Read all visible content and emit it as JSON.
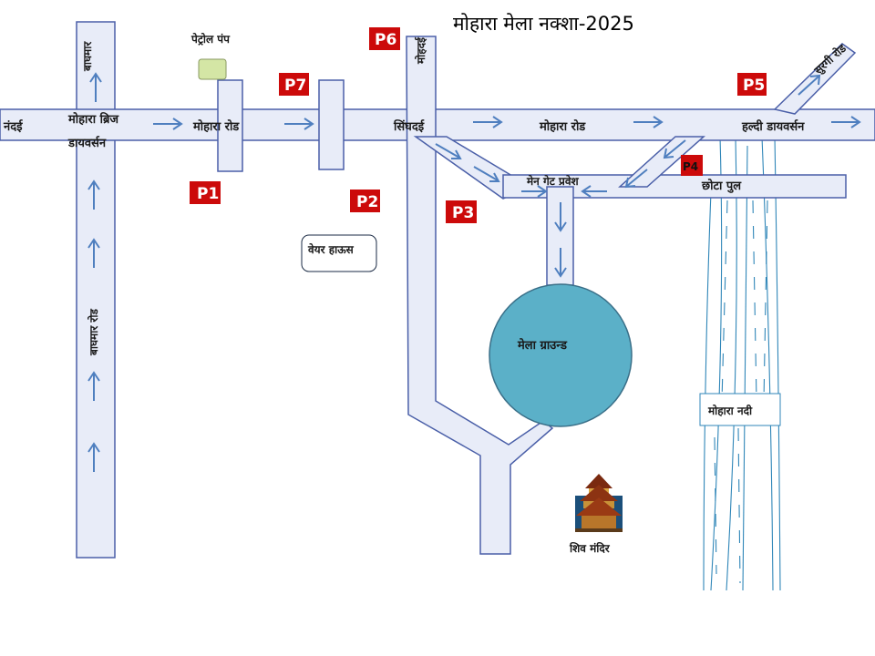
{
  "title": "मोहारा मेला नक्शा-2025",
  "roads": {
    "left_end": "नंदई",
    "mohara_bridge": "मोहारा ब्रिज",
    "diversion": "डायवर्सन",
    "mohara_road_1": "मोहारा रोड",
    "singhdai": "सिंघदई",
    "mohara_road_2": "मोहारा रोड",
    "haldi_diversion": "हल्दी डायवर्सन",
    "top_left_vertical": "बाघमार",
    "left_vertical": "बाघमार रोड",
    "mohdai": "मोहदई",
    "surgi_road": "सुरगी रोड",
    "main_gate": "मेन गेट प्रवेश",
    "small_bridge": "छोटा पुल"
  },
  "places": {
    "petrol_pump": "पेट्रोल पंप",
    "water_house": "वेयर हाऊस",
    "mela_ground": "मेला ग्राउन्ड",
    "shiv_mandir": "शिव मंदिर",
    "mohara_river": "मोहारा नदी"
  },
  "parking": {
    "p1": "P1",
    "p2": "P2",
    "p3": "P3",
    "p4": "P4",
    "p5": "P5",
    "p6": "P6",
    "p7": "P7"
  },
  "colors": {
    "road_fill": "#e8ecf8",
    "road_border": "#4a5fa8",
    "arrow": "#4f7fbf",
    "parking_badge": "#cc0a0a",
    "ground_circle": "#5bb0c8",
    "river": "#2f86b8",
    "petrol_pump_box": "#d4e6a5"
  },
  "icons": {
    "temple": "temple-icon",
    "petrol": "petrol-pump-icon"
  }
}
